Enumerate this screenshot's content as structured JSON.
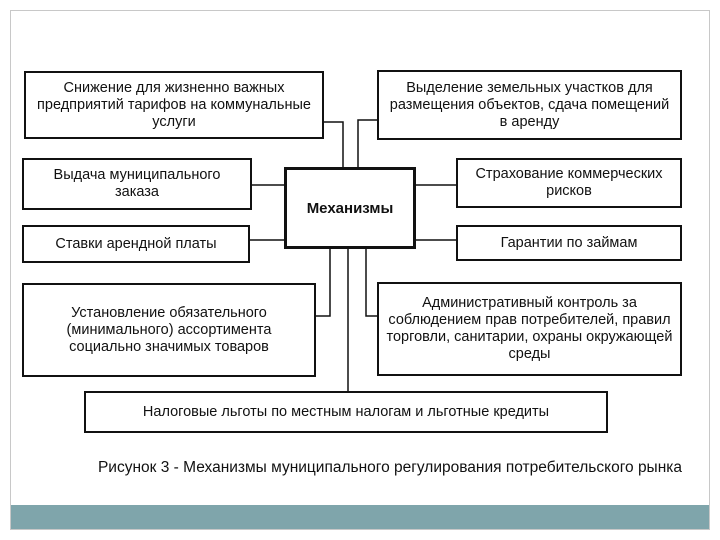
{
  "diagram": {
    "center": "Механизмы",
    "boxes": {
      "tariffs": "Снижение для жизненно важных предприятий тарифов на коммунальные услуги",
      "land": "Выделение земельных участков для размещения объектов, сдача помещений в аренду",
      "municipal_order": "Выдача муниципального заказа",
      "insurance": "Страхование коммерческих рисков",
      "rent_rates": "Ставки арендной платы",
      "loan_guarantees": "Гарантии по займам",
      "assortment": "Установление обязательного (минимального) ассортимента социально значимых товаров",
      "admin_control": "Административный контроль за соблюдением прав потребителей, правил торговли, санитарии, охраны окружающей среды",
      "tax_benefits": "Налоговые льготы по местным налогам и льготные кредиты"
    },
    "caption": "Рисунок 3 - Механизмы муниципального регулирования потребительского рынка"
  }
}
